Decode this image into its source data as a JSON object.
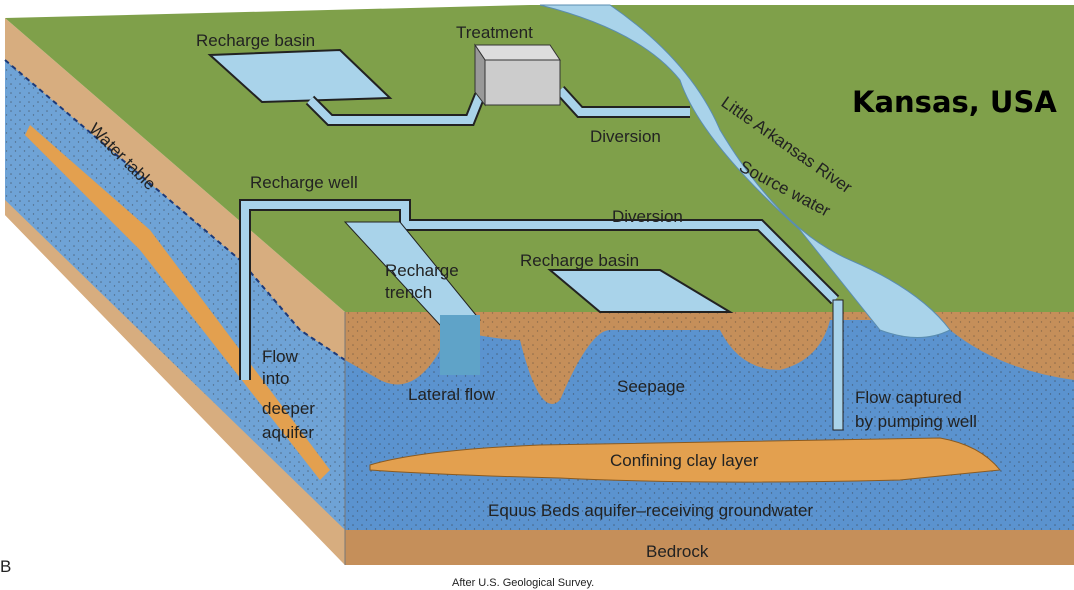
{
  "figure_label": "B",
  "region_title": "Kansas, USA",
  "credit": "After U.S. Geological Survey.",
  "labels": {
    "recharge_basin_top": "Recharge basin",
    "treatment": "Treatment",
    "diversion_top": "Diversion",
    "river": "Little Arkansas River",
    "source_water": "Source water",
    "water_table": "Water table",
    "recharge_well": "Recharge well",
    "diversion_mid": "Diversion",
    "recharge_trench_1": "Recharge",
    "recharge_trench_2": "trench",
    "recharge_basin_mid": "Recharge basin",
    "flow_deeper": [
      "Flow",
      "into",
      "deeper",
      "aquifer"
    ],
    "lateral_flow": "Lateral flow",
    "seepage": "Seepage",
    "flow_captured_1": "Flow captured",
    "flow_captured_2": "by pumping well",
    "confining_clay": "Confining clay layer",
    "aquifer": "Equus Beds aquifer–receiving groundwater",
    "bedrock": "Bedrock"
  },
  "colors": {
    "grass": "#7fa04a",
    "soil": "#c58f5a",
    "side_soil": "#d7ad7f",
    "aquifer": "#5b93cf",
    "water": "#a9d3ea",
    "clay": "#e3a04f"
  }
}
